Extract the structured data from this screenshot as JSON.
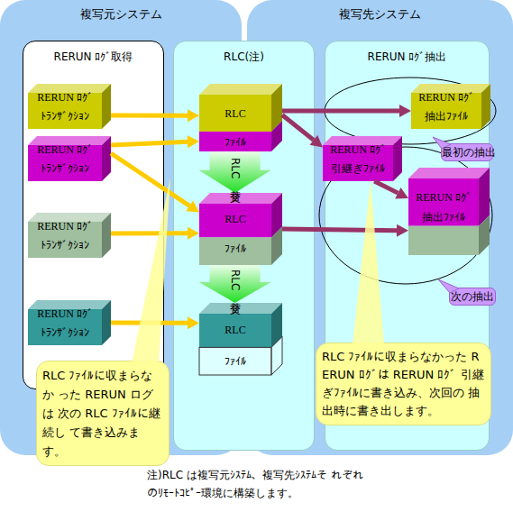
{
  "diagram": {
    "caption": "注)RLC は複写元ｼｽﾃﾑ、複写先ｼｽﾃﾑそ れぞれのﾘﾓｰﾄｺﾋﾟｰ環境に構築します。",
    "nodes": [
      {
        "text": [
          "複写元システム"
        ]
      },
      {
        "text": [
          "複写先システム"
        ]
      },
      {
        "text": [
          "RERUN ﾛｸﾞ取得"
        ],
        "in": 0
      },
      {
        "text": [
          "RERUN ﾛｸﾞ",
          "ﾄﾗﾝｻﾞｸｼｮﾝ"
        ],
        "in": 2
      },
      {
        "text": [
          "RERUN ﾛｸﾞ",
          "ﾄﾗﾝｻﾞｸｼｮﾝ"
        ],
        "in": 2
      },
      {
        "text": [
          "RERUN ﾛｸﾞ",
          "ﾄﾗﾝｻﾞｸｼｮﾝ"
        ],
        "in": 2
      },
      {
        "text": [
          "RERUN ﾛｸﾞ",
          "ﾄﾗﾝｻﾞｸｼｮﾝ"
        ],
        "in": 2
      },
      {
        "text": [
          "RLC(注)"
        ]
      },
      {
        "text": [
          "RLC",
          "ﾌｧｲﾙ"
        ],
        "in": 7
      },
      {
        "text": [
          "RLC",
          "ﾌｧｲﾙ"
        ],
        "in": 7
      },
      {
        "text": [
          "RLC",
          "ﾌｧｲﾙ"
        ],
        "in": 7
      },
      {
        "text": [
          "RERUN ﾛｸﾞ抽出"
        ],
        "in": 1
      },
      {
        "text": [
          "RERUN ﾛｸﾞ",
          "抽出ﾌｧｲﾙ"
        ],
        "in": 11
      },
      {
        "text": [
          "最初の抽出"
        ],
        "in": 11
      },
      {
        "text": [
          "RERUN ﾛｸﾞ",
          "引継ぎﾌｧｲﾙ"
        ],
        "in": 11
      },
      {
        "text": [
          "RERUN ﾛｸﾞ",
          "抽出ﾌｧｲﾙ"
        ],
        "in": 11
      },
      {
        "text": [
          "次の抽出"
        ],
        "in": 11
      },
      {
        "text": [
          "RLC ﾌｧｲﾙに収まらなか った RERUN ログは 次の RLC ﾌｧｲﾙに継続し て書き込みます。"
        ],
        "in": 0
      },
      {
        "text": [
          "RLC ﾌｧｲﾙに収まらなかった RERUN ﾛｸﾞは RERUN ﾛｸﾞ 引継ぎﾌｧｲﾙに書き込み、次回の 抽出時に書き出します。"
        ],
        "in": 1
      }
    ],
    "edges": [
      {
        "from": 3,
        "to": 8,
        "arrow": "to"
      },
      {
        "from": 4,
        "to": 8,
        "arrow": "to"
      },
      {
        "from": 4,
        "to": 9,
        "arrow": "to"
      },
      {
        "from": 5,
        "to": 9,
        "arrow": "to"
      },
      {
        "from": 6,
        "to": 10,
        "arrow": "to"
      },
      {
        "from": 8,
        "to": 9,
        "label": "RLC 交替",
        "arrow": "to"
      },
      {
        "from": 9,
        "to": 10,
        "label": "RLC 交替",
        "arrow": "to"
      },
      {
        "from": 8,
        "to": 12,
        "arrow": "to"
      },
      {
        "from": 8,
        "to": 14,
        "arrow": "to"
      },
      {
        "from": 14,
        "to": 15,
        "arrow": "to"
      },
      {
        "from": 9,
        "to": 15,
        "arrow": "to"
      }
    ]
  }
}
